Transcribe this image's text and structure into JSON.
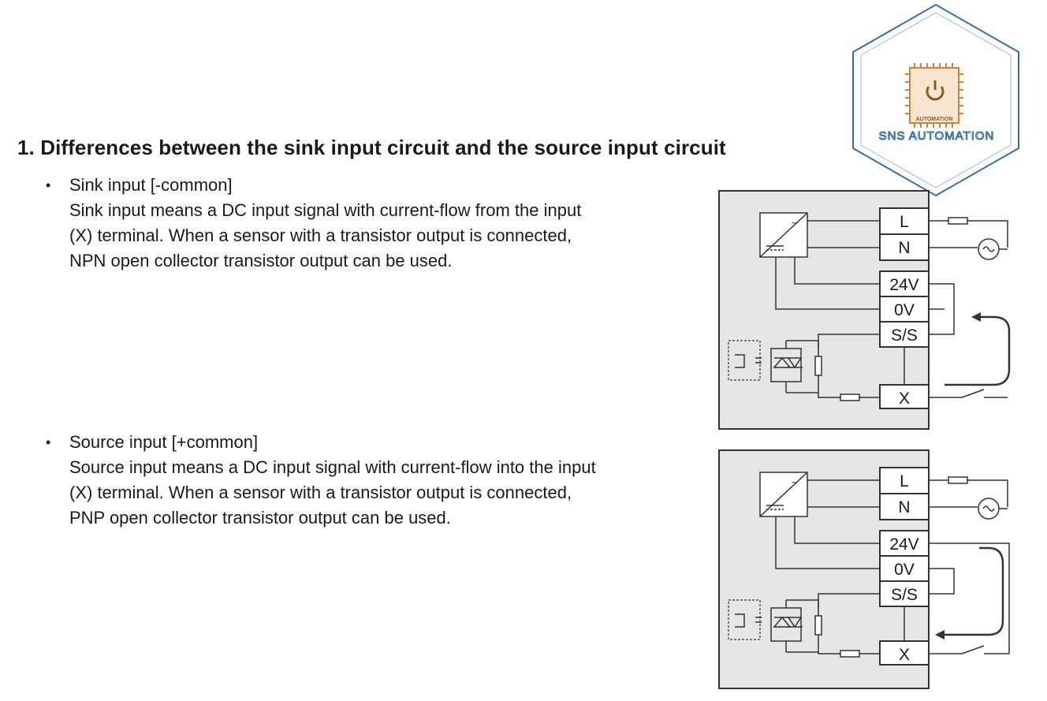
{
  "heading": "1.  Differences between the sink input circuit and the source input circuit",
  "logo": {
    "text": "SNS AUTOMATION",
    "chip_label": "AUTOMATION",
    "accent": "#3a6ea5",
    "chip_color": "#c8853a"
  },
  "sink": {
    "bullet": "•",
    "title": "Sink input [-common]",
    "lines": [
      "Sink input means a DC input signal with current-flow from the input",
      "(X) terminal. When a sensor with a transistor output is connected,",
      "NPN open collector transistor output can be used."
    ]
  },
  "source": {
    "bullet": "•",
    "title": "Source input [+common]",
    "lines": [
      "Source input means a DC input signal with current-flow into the input",
      "(X) terminal. When a sensor with a transistor output is connected,",
      "PNP open collector transistor output can be used."
    ]
  },
  "terminals": {
    "l": "L",
    "n": "N",
    "v24": "24V",
    "v0": "0V",
    "ss": "S/S",
    "x": "X"
  },
  "ac_symbol": "~",
  "colors": {
    "panel": "#e6e6e6",
    "line": "#333333",
    "text": "#1a1a1a"
  }
}
